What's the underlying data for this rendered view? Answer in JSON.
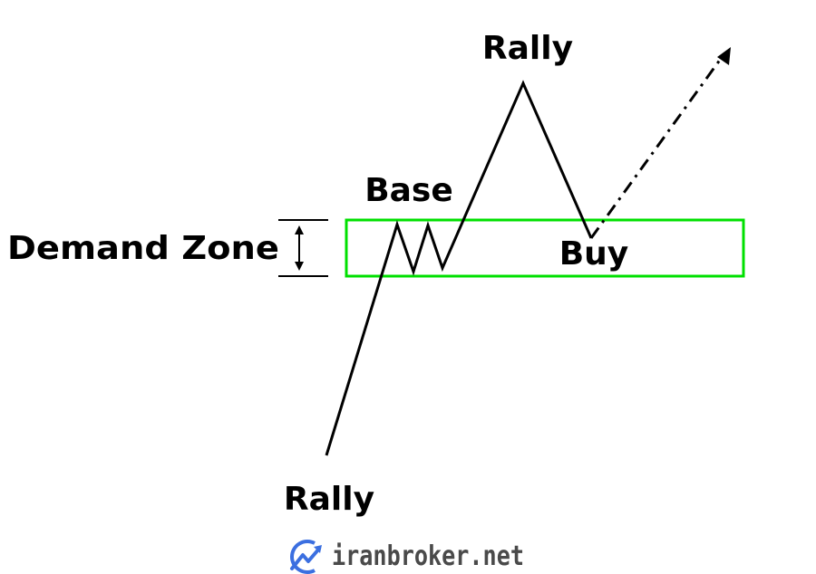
{
  "labels": {
    "rally_top": "Rally",
    "base": "Base",
    "demand_zone": "Demand Zone",
    "buy": "Buy",
    "rally_bottom": "Rally"
  },
  "watermark": {
    "text": "iranbroker.net",
    "icon": "trend-chart-icon"
  },
  "colors": {
    "zone": "#00e000",
    "line": "#000000",
    "watermark_icon": "#3b6fe0"
  }
}
